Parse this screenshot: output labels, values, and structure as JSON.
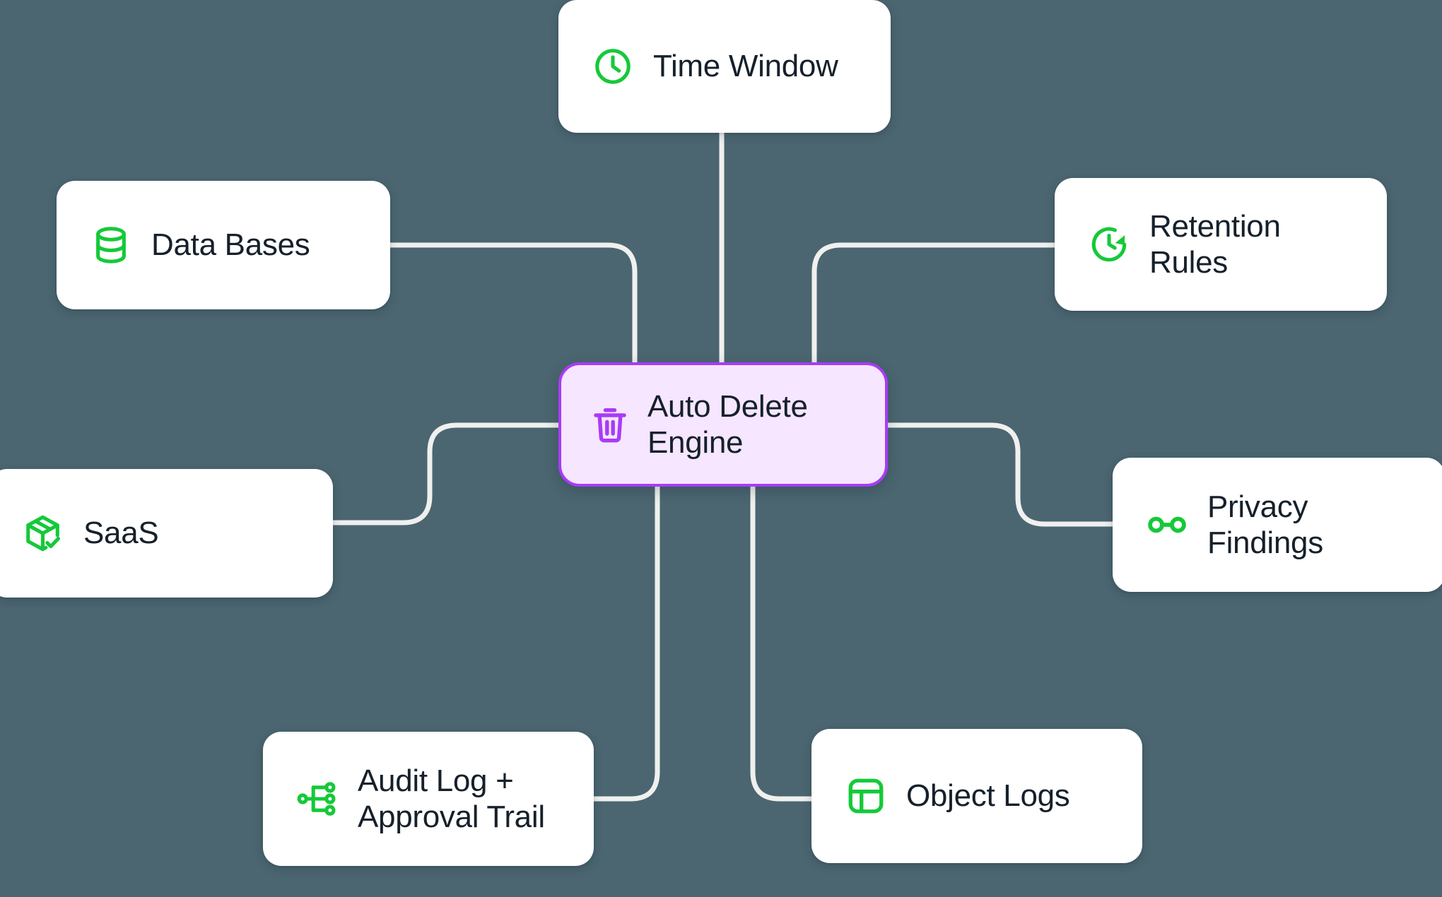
{
  "diagram": {
    "title": "Auto Delete Engine",
    "background_color": "#4b6671",
    "edge_color": "#f0f0ee",
    "accent_green": "#15c939",
    "accent_purple": "#a93bf5",
    "center_fill": "#f6e6ff",
    "node_fill": "#ffffff",
    "text_color": "#15202b"
  },
  "center": {
    "label": "Auto Delete\nEngine",
    "icon": "trash-icon"
  },
  "nodes": [
    {
      "id": "time-window",
      "label": "Time Window",
      "icon": "clock-icon"
    },
    {
      "id": "data-bases",
      "label": "Data Bases",
      "icon": "database-icon"
    },
    {
      "id": "retention",
      "label": "Retention\nRules",
      "icon": "clock-restore-icon"
    },
    {
      "id": "saas",
      "label": "SaaS",
      "icon": "package-check-icon"
    },
    {
      "id": "privacy",
      "label": "Privacy\nFindings",
      "icon": "glasses-icon"
    },
    {
      "id": "audit-log",
      "label": "Audit Log +\nApproval Trail",
      "icon": "git-branch-icon"
    },
    {
      "id": "object-logs",
      "label": "Object Logs",
      "icon": "table-grid-icon"
    }
  ],
  "edges": [
    {
      "from": "time-window",
      "to": "center"
    },
    {
      "from": "data-bases",
      "to": "center"
    },
    {
      "from": "retention",
      "to": "center"
    },
    {
      "from": "saas",
      "to": "center"
    },
    {
      "from": "privacy",
      "to": "center"
    },
    {
      "from": "audit-log",
      "to": "center"
    },
    {
      "from": "object-logs",
      "to": "center"
    }
  ]
}
